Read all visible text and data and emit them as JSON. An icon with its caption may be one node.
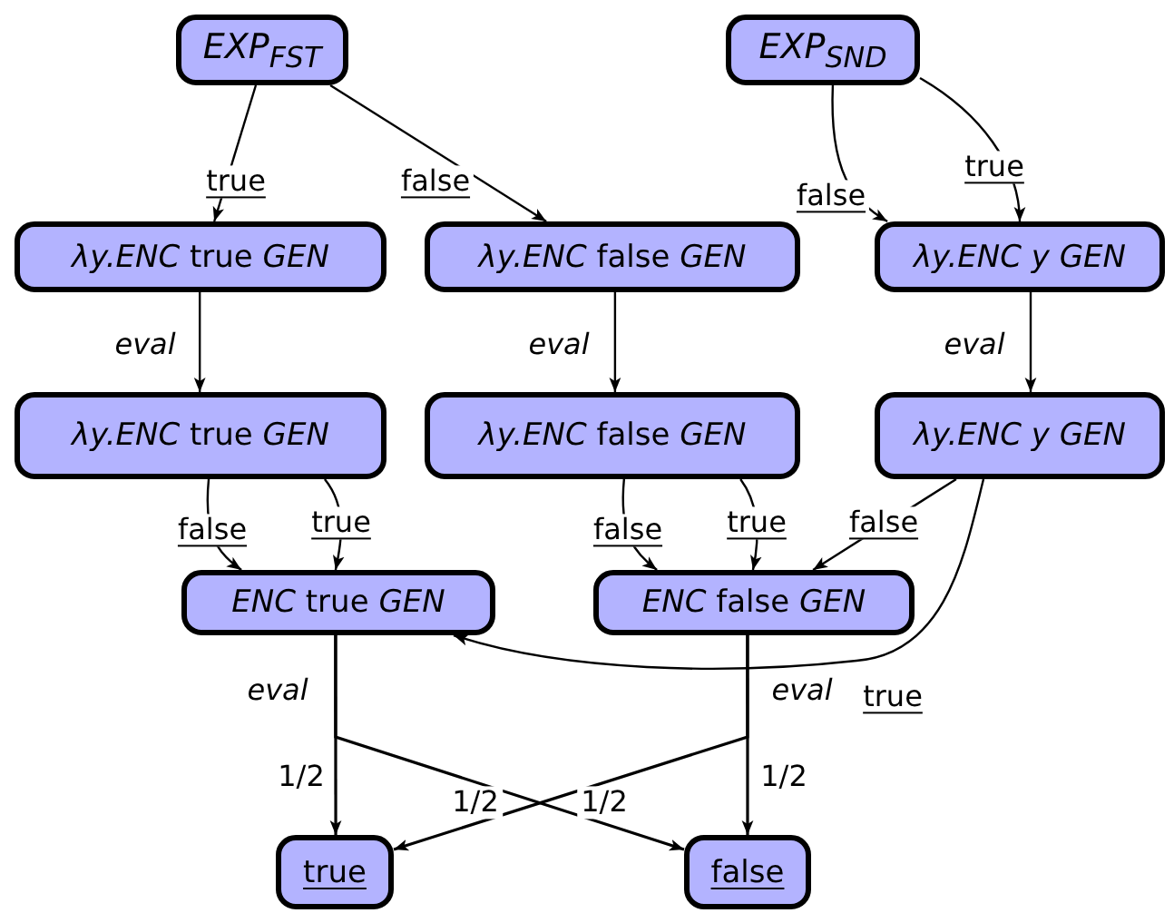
{
  "diagram": {
    "nodes": [
      {
        "text": [
          "EXP$_{FST}$"
        ]
      },
      {
        "text": [
          "EXP$_{SND}$"
        ]
      },
      {
        "text": [
          "*λy.ENC* true *GEN*"
        ]
      },
      {
        "text": [
          "*λy.ENC* false *GEN*"
        ]
      },
      {
        "text": [
          "λy.ENC y GEN"
        ]
      },
      {
        "text": [
          "*λy.ENC* true *GEN*"
        ]
      },
      {
        "text": [
          "*λy.ENC* false *GEN*"
        ]
      },
      {
        "text": [
          "λy.ENC y GEN"
        ]
      },
      {
        "text": [
          "*ENC* true *GEN*"
        ]
      },
      {
        "text": [
          "*ENC* false *GEN*"
        ]
      },
      {
        "text": [
          "true"
        ]
      },
      {
        "text": [
          "false"
        ]
      }
    ],
    "edges": [
      {
        "from": 0,
        "to": 2,
        "arrow": "to",
        "label": "true"
      },
      {
        "from": 0,
        "to": 3,
        "arrow": "to",
        "label": "false"
      },
      {
        "from": 1,
        "to": 4,
        "arrow": "to",
        "label": "false"
      },
      {
        "from": 1,
        "to": 4,
        "arrow": "to",
        "label": "true"
      },
      {
        "from": 2,
        "to": 5,
        "arrow": "to",
        "label": "eval"
      },
      {
        "from": 3,
        "to": 6,
        "arrow": "to",
        "label": "eval"
      },
      {
        "from": 4,
        "to": 7,
        "arrow": "to",
        "label": "eval"
      },
      {
        "from": 5,
        "to": 8,
        "arrow": "to",
        "label": "false"
      },
      {
        "from": 5,
        "to": 8,
        "arrow": "to",
        "label": "true"
      },
      {
        "from": 6,
        "to": 9,
        "arrow": "to",
        "label": "false"
      },
      {
        "from": 6,
        "to": 9,
        "arrow": "to",
        "label": "true"
      },
      {
        "from": 7,
        "to": 9,
        "arrow": "to",
        "label": "false"
      },
      {
        "from": 7,
        "to": 8,
        "arrow": "to",
        "label": "true"
      },
      {
        "from": 8,
        "to": 10,
        "arrow": "to",
        "label": "1/2"
      },
      {
        "from": 8,
        "to": 11,
        "arrow": "to",
        "label": "1/2"
      },
      {
        "from": 9,
        "to": 10,
        "arrow": "to",
        "label": "1/2"
      },
      {
        "from": 9,
        "to": 11,
        "arrow": "to",
        "label": "1/2"
      }
    ],
    "labels": [
      "eval",
      "eval"
    ]
  }
}
